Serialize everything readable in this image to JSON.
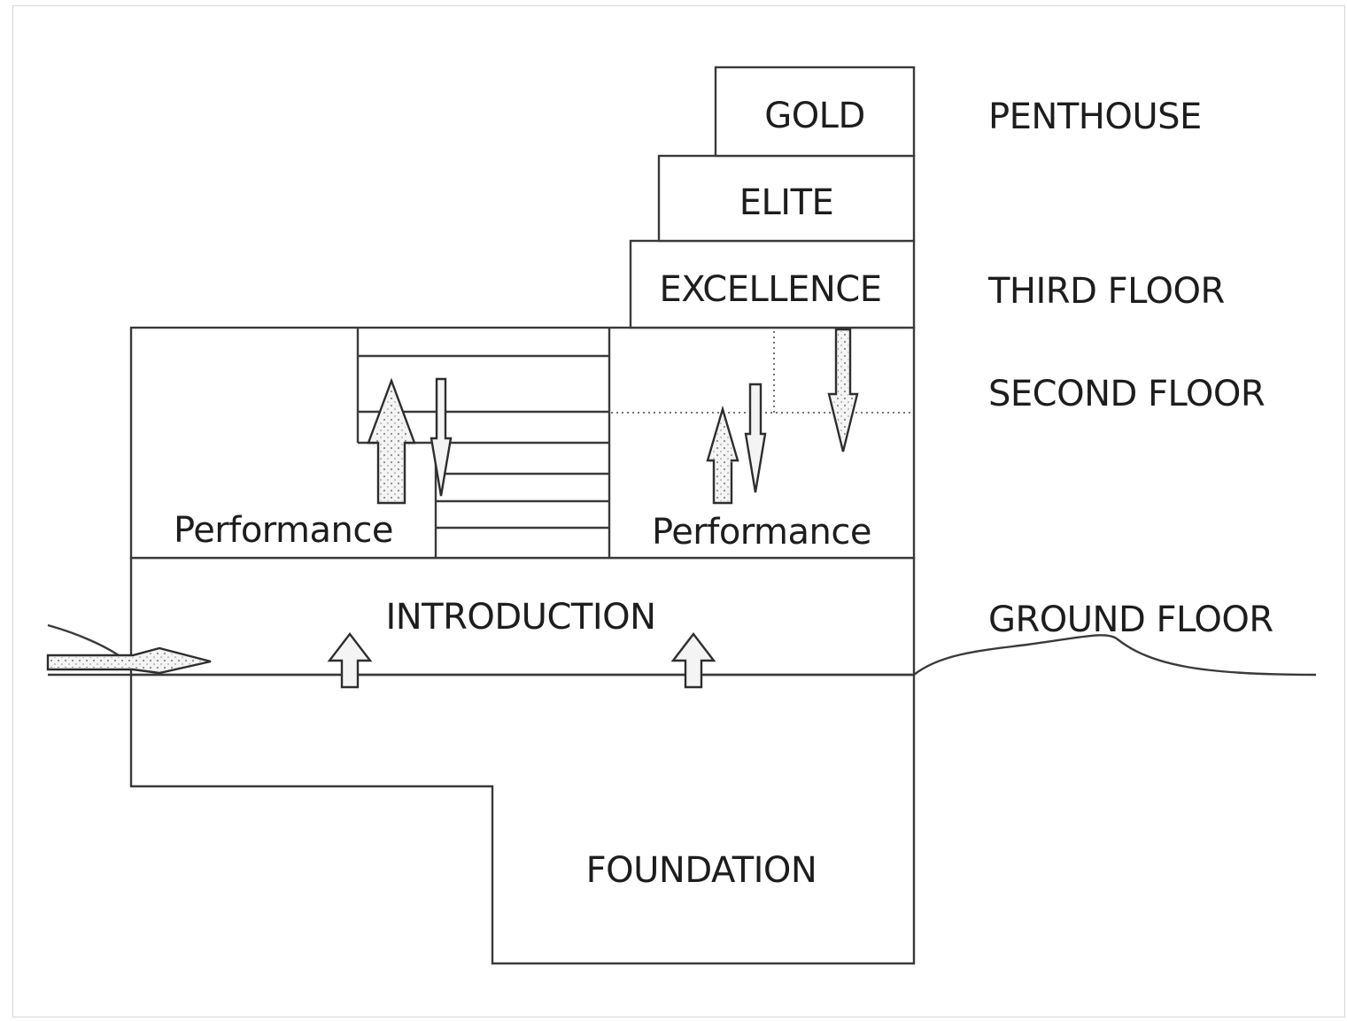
{
  "levels": {
    "gold": "GOLD",
    "elite": "ELITE",
    "excellence": "EXCELLENCE",
    "performance_left": "Performance",
    "performance_right": "Performance",
    "introduction": "INTRODUCTION",
    "foundation": "FOUNDATION"
  },
  "floors": {
    "penthouse": "PENTHOUSE",
    "third_floor": "THIRD FLOOR",
    "second_floor": "SECOND FLOOR",
    "ground_floor": "GROUND FLOOR"
  }
}
